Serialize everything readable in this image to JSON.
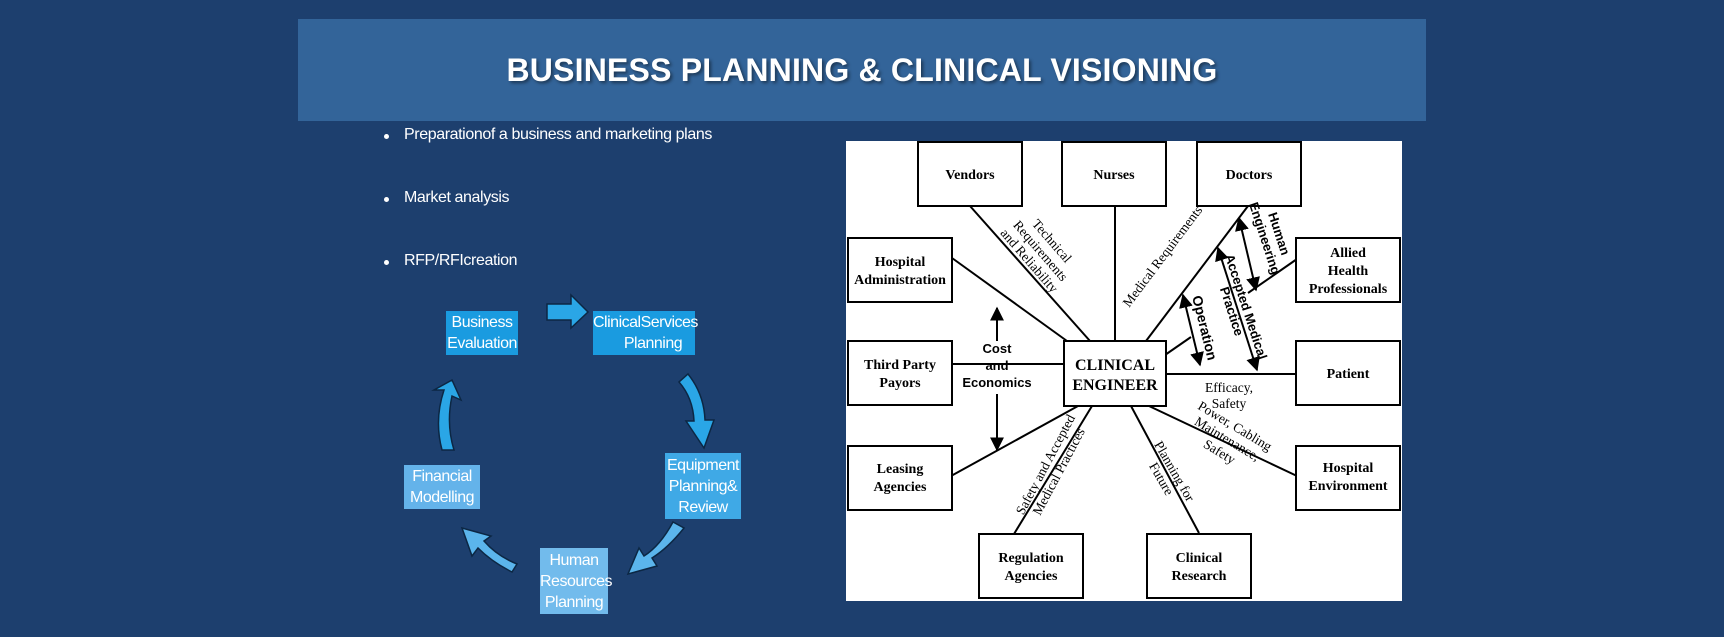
{
  "title": "BUSINESS PLANNING & CLINICAL VISIONING",
  "bullets": [
    "Preparationof a business and marketing plans",
    "Market analysis",
    "RFP/RFIcreation"
  ],
  "cycle": {
    "business_evaluation": [
      "Business",
      "Evaluation"
    ],
    "clinical_services_planning": [
      "ClinicalServices",
      "Planning"
    ],
    "equipment_planning": [
      "Equipment",
      "Planning&",
      "Review"
    ],
    "human_resources_planning": [
      "Human",
      "Resources",
      "Planning"
    ],
    "financial_modelling": [
      "Financial",
      "Modelling"
    ]
  },
  "diagram": {
    "center": [
      "CLINICAL",
      "ENGINEER"
    ],
    "vendors": "Vendors",
    "nurses": "Nurses",
    "doctors": "Doctors",
    "hospital_administration": [
      "Hospital",
      "Administration"
    ],
    "allied_health": [
      "Allied",
      "Health",
      "Professionals"
    ],
    "third_party_payors": [
      "Third Party",
      "Payors"
    ],
    "patient": "Patient",
    "leasing_agencies": [
      "Leasing",
      "Agencies"
    ],
    "hospital_environment": [
      "Hospital",
      "Environment"
    ],
    "regulation_agencies": [
      "Regulation",
      "Agencies"
    ],
    "clinical_research": [
      "Clinical",
      "Research"
    ],
    "technical_requirements": [
      "Technical",
      "Requirements",
      "and Reliability"
    ],
    "medical_requirements": "Medical Requirements",
    "human_engineering": [
      "Human",
      "Engineering"
    ],
    "accepted_medical_practice": [
      "Accepted Medical",
      "Practice"
    ],
    "operation": "Operation",
    "cost_economics": [
      "Cost",
      "and",
      "Economics"
    ],
    "efficacy_safety": [
      "Efficacy,",
      "Safety"
    ],
    "power_cabling": [
      "Power, Cabling",
      "Maintenance,",
      "Safety"
    ],
    "planning_future": [
      "Planning for",
      "Future"
    ],
    "safety_accepted": [
      "Safety and Accepted",
      "Medical Practices"
    ]
  }
}
